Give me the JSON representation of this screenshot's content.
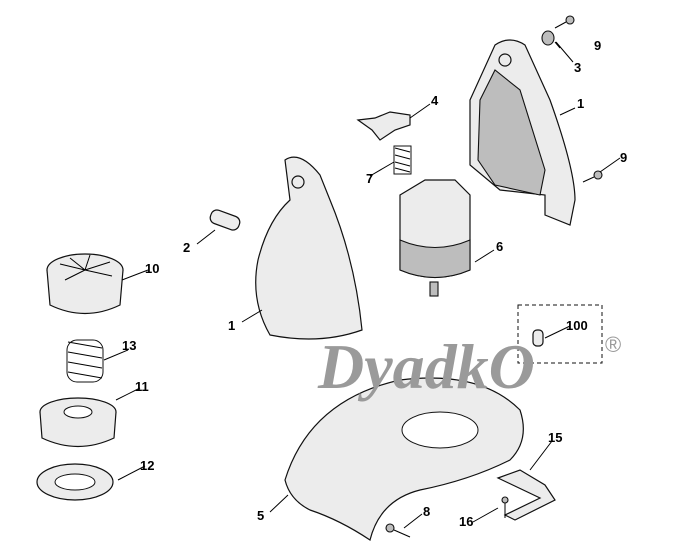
{
  "diagram": {
    "callouts": [
      "9",
      "3",
      "4",
      "1",
      "7",
      "9",
      "2",
      "6",
      "10",
      "100",
      "1",
      "13",
      "11",
      "12",
      "15",
      "5",
      "8",
      "16"
    ],
    "watermark": "DyadkO",
    "registered_mark": "®"
  }
}
